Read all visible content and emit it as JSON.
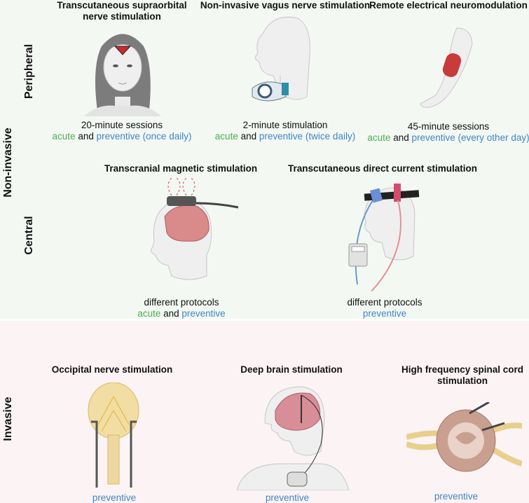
{
  "axis_labels": {
    "non_invasive": "Non-invasive",
    "invasive": "Invasive",
    "peripheral": "Peripheral",
    "central": "Central"
  },
  "colors": {
    "acute": "#4caf50",
    "preventive": "#3f86c6"
  },
  "items": [
    {
      "title": "Transcutaneous supraorbital nerve stimulation",
      "duration": "20-minute sessions",
      "acute": "acute",
      "and": "and",
      "preventive": "preventive (once daily)",
      "icon": "face-with-forehead-electrode"
    },
    {
      "title": "Non-invasive vagus nerve stimulation",
      "duration": "2-minute stimulation",
      "acute": "acute",
      "and": "and",
      "preventive": "preventive (twice daily)",
      "icon": "neck-vagus-device"
    },
    {
      "title": "Remote electrical neuromodulation",
      "duration": "45-minute sessions",
      "acute": "acute",
      "and": "and",
      "preventive": "preventive (every other day)",
      "icon": "upper-arm-band"
    },
    {
      "title": "Transcranial magnetic stimulation",
      "duration": "different protocols",
      "acute": "acute",
      "and": "and",
      "preventive": "preventive",
      "icon": "tms-coil-head"
    },
    {
      "title": "Transcutaneous direct current stimulation",
      "duration": "different protocols",
      "preventive": "preventive",
      "icon": "tdcs-headband"
    },
    {
      "title": "Occipital nerve stimulation",
      "preventive": "preventive",
      "icon": "skull-occipital-leads"
    },
    {
      "title": "Deep brain stimulation",
      "preventive": "preventive",
      "icon": "brain-implant"
    },
    {
      "title": "High frequency spinal cord stimulation",
      "preventive": "preventive",
      "icon": "spinal-cord-section"
    }
  ]
}
